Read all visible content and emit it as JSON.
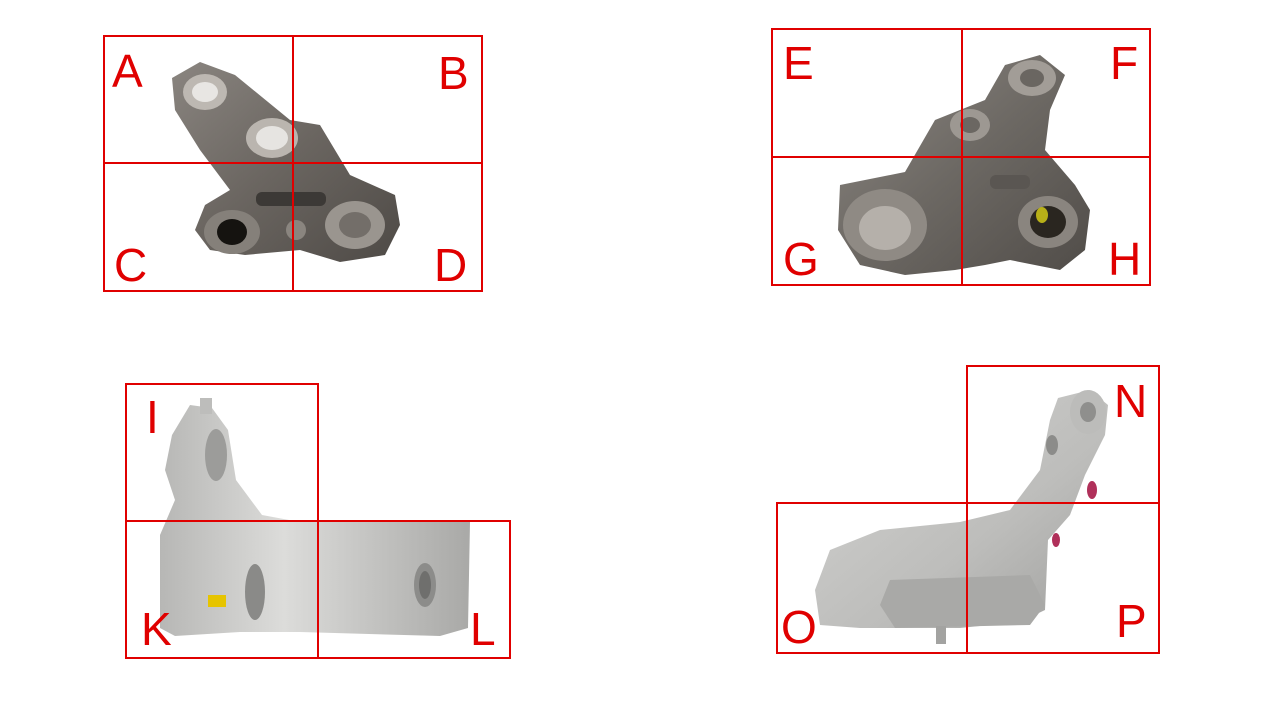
{
  "colors": {
    "grid_line": "#e00000",
    "label": "#e00000",
    "background": "#ffffff",
    "cast_part": "#6e6a66",
    "machined_part": "#c9c9c7"
  },
  "views": [
    {
      "name": "view-1",
      "part_image": "cast-bracket-photo",
      "labels": {
        "top_left": "A",
        "top_right": "B",
        "bottom_left": "C",
        "bottom_right": "D"
      }
    },
    {
      "name": "view-2",
      "part_image": "cast-bracket-rear-photo",
      "labels": {
        "top_left": "E",
        "top_right": "F",
        "bottom_left": "G",
        "bottom_right": "H"
      }
    },
    {
      "name": "view-3",
      "part_image": "machined-bracket-side-photo",
      "labels": {
        "top_left": "I",
        "bottom_left": "K",
        "bottom_right": "L"
      }
    },
    {
      "name": "view-4",
      "part_image": "machined-bracket-end-photo",
      "labels": {
        "top_right": "N",
        "bottom_left": "O",
        "bottom_right": "P"
      }
    }
  ]
}
